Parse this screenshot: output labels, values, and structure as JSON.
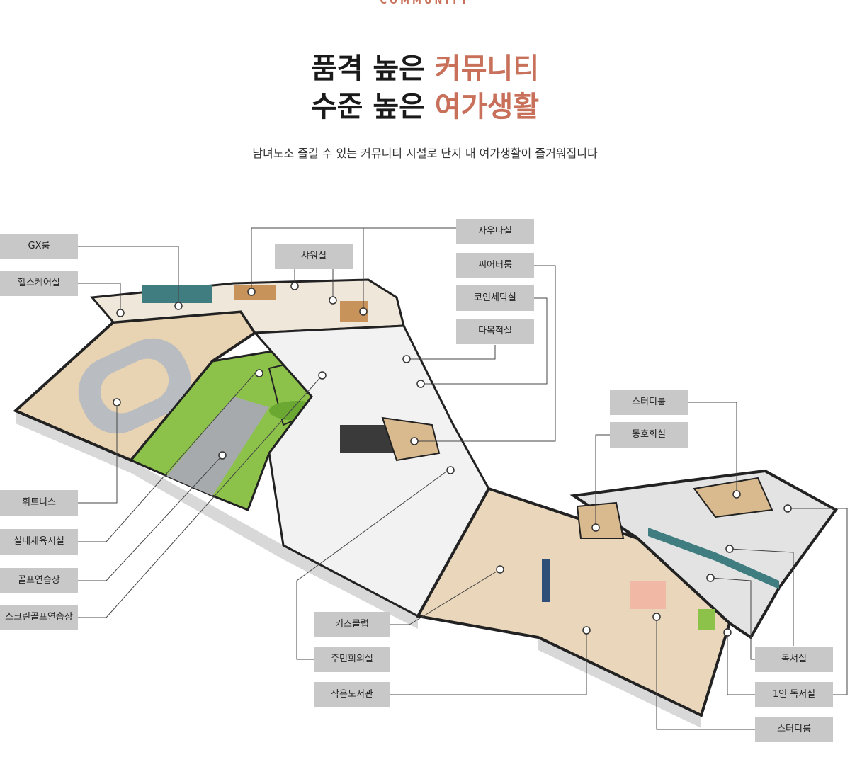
{
  "header": {
    "eyebrow": "COMMUNITY",
    "line1_a": "품격 높은 ",
    "line1_b": "커뮤니티",
    "line2_a": "수준 높은 ",
    "line2_b": "여가생활",
    "subtitle": "남녀노소 즐길 수 있는 커뮤니티 시설로 단지 내 여가생활이 즐거워집니다"
  },
  "colors": {
    "accent": "#c8705a",
    "label_bg": "#c8c8c8",
    "leader": "#444444"
  },
  "labels": {
    "gx": "GX룸",
    "healthcare": "헬스케어실",
    "shower": "샤워실",
    "sauna": "사우나실",
    "seater": "씨어터룸",
    "coinwash": "코인세탁실",
    "multipurpose": "다목적실",
    "studyroom_top": "스터디룸",
    "club": "동호회실",
    "fitness": "휘트니스",
    "indoor_sports": "실내체육시설",
    "golf": "골프연습장",
    "screen_golf": "스크린골프연습장",
    "kids": "키즈클럽",
    "residents": "주민회의실",
    "library": "작은도서관",
    "reading": "독서실",
    "single_reading": "1인 독서실",
    "studyroom_bottom": "스터디룸"
  }
}
